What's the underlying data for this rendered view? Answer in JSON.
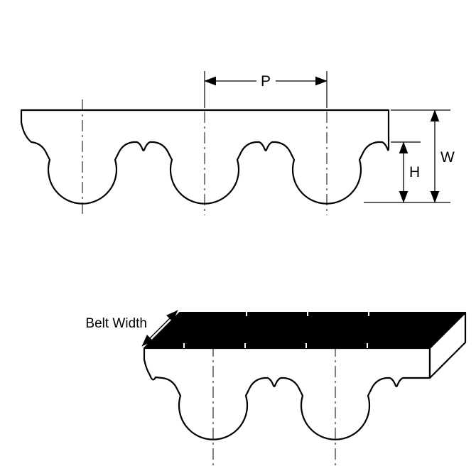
{
  "figure": {
    "labels": {
      "pitch": "P",
      "belt_thickness": "W",
      "tooth_height": "H",
      "belt_width": "Belt Width"
    },
    "colors": {
      "line": "#000000",
      "surface_fill": "#ffffff",
      "top_face_fill": "#000000",
      "background": "#ffffff"
    }
  }
}
